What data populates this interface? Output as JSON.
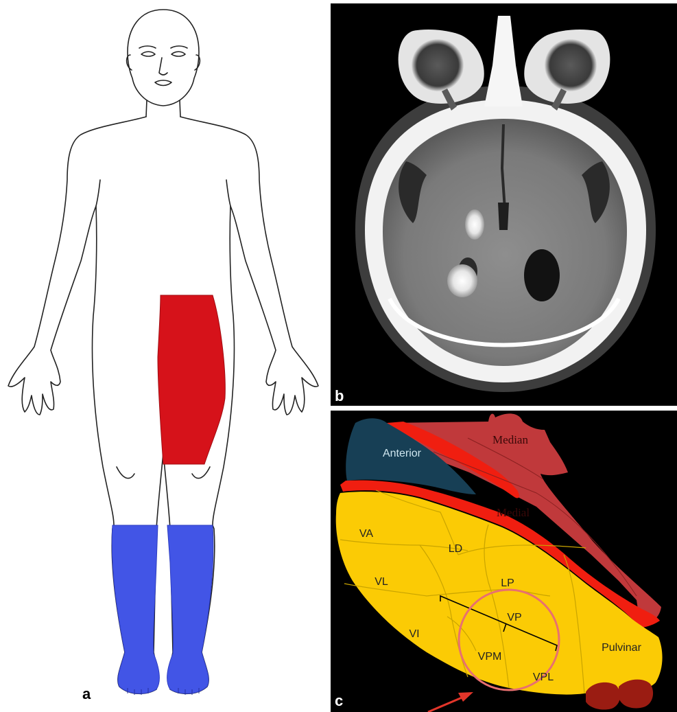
{
  "panels": {
    "a": {
      "label": "a"
    },
    "b": {
      "label": "b"
    },
    "c": {
      "label": "c"
    }
  },
  "thalamus": {
    "nuclei": {
      "anterior": "Anterior",
      "median": "Median",
      "medial": "Medial",
      "va": "VA",
      "ld": "LD",
      "lp": "LP",
      "vl": "VL",
      "vi": "VI",
      "vp": "VP",
      "vpm": "VPM",
      "vpl": "VPL",
      "pulvinar": "Pulvinar"
    }
  },
  "colors": {
    "sensory_loss_red": "#d6121a",
    "sensory_loss_blue": "#4255e6",
    "anterior_nucleus": "#173f55",
    "median_medial": "#c0393b",
    "lamina_red": "#f01e10",
    "lateral_mass_yellow": "#fbcb05",
    "pulvinar_tip": "#9a1c12",
    "target_circle": "#e87070",
    "arrow": "#e2352a"
  },
  "icons": {
    "pointer": "arrow-icon",
    "target": "circle-highlight-icon"
  }
}
